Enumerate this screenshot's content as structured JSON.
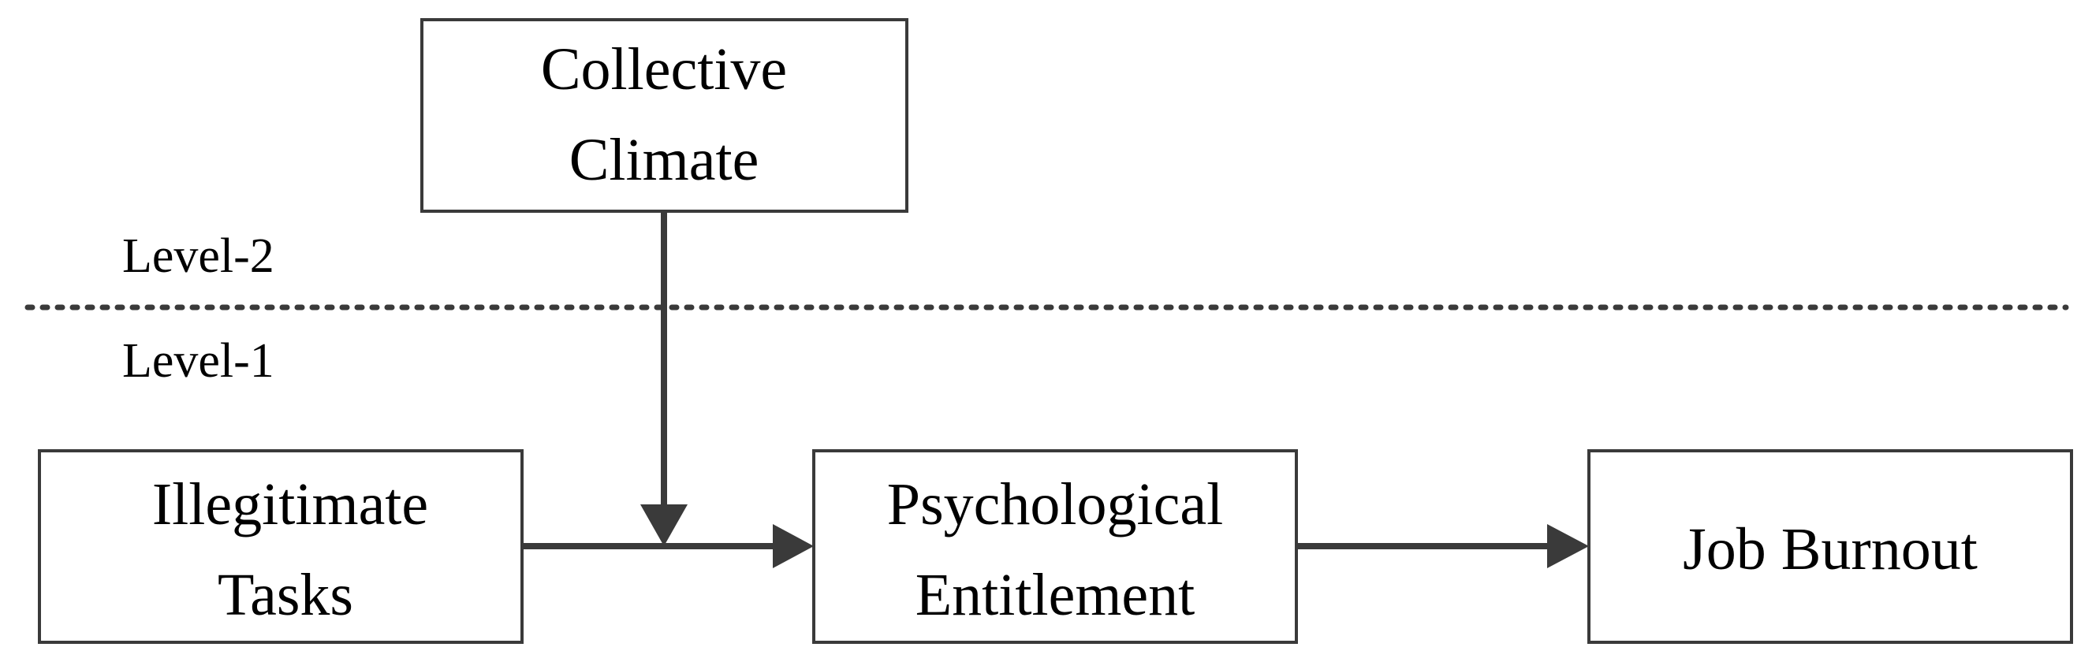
{
  "diagram": {
    "levels": {
      "level2": "Level-2",
      "level1": "Level-1"
    },
    "nodes": {
      "collective_climate": {
        "line1": "Collective",
        "line2": "Climate"
      },
      "illegitimate_tasks": {
        "line1": "Illegitimate",
        "line2": "Tasks"
      },
      "psychological_entitlement": {
        "line1": "Psychological",
        "line2": "Entitlement"
      },
      "job_burnout": {
        "line1": "Job Burnout"
      }
    },
    "colors": {
      "stroke": "#3a3a3a",
      "text": "#000000"
    }
  }
}
